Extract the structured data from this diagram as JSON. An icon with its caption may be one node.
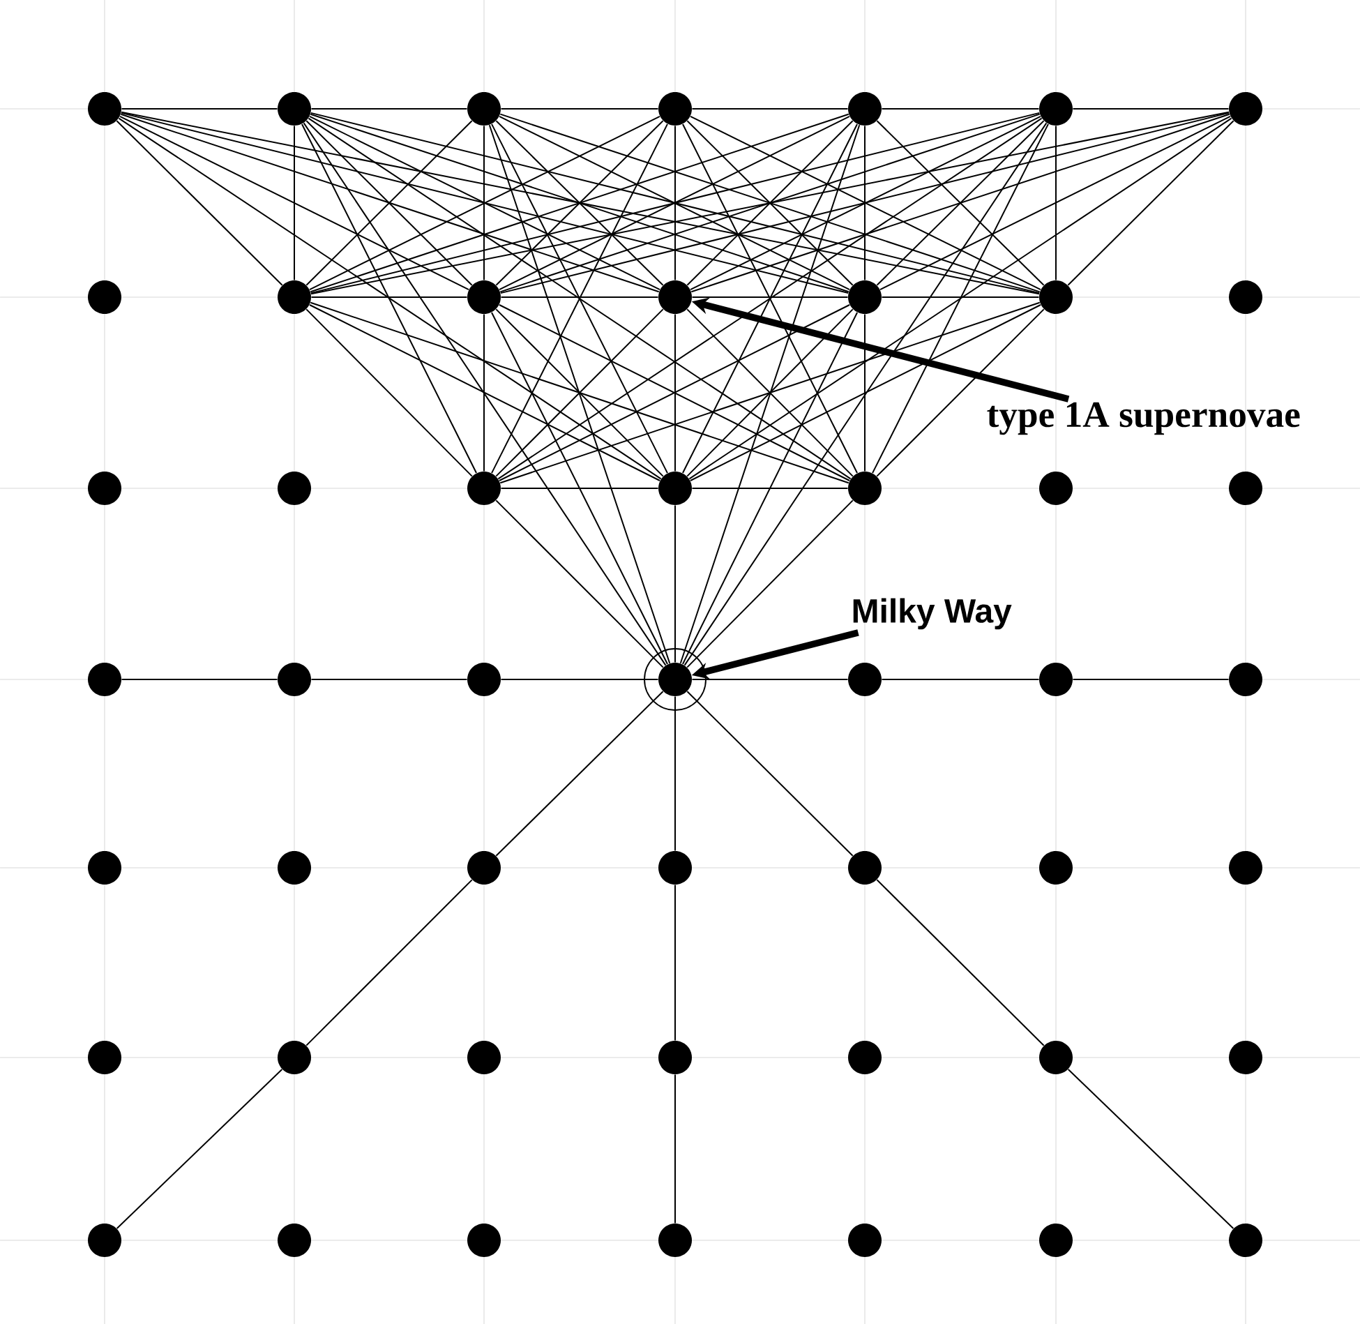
{
  "diagram": {
    "nodes": [
      {
        "text": [],
        "shape": "circle"
      },
      {
        "text": [],
        "shape": "circle"
      },
      {
        "text": [],
        "shape": "circle"
      },
      {
        "text": [],
        "shape": "circle"
      },
      {
        "text": [],
        "shape": "circle"
      },
      {
        "text": [],
        "shape": "circle"
      },
      {
        "text": [],
        "shape": "circle"
      },
      {
        "text": [],
        "shape": "circle"
      },
      {
        "text": [],
        "shape": "circle"
      },
      {
        "text": [],
        "shape": "circle"
      },
      {
        "text": [],
        "shape": "circle"
      },
      {
        "text": [],
        "shape": "circle"
      },
      {
        "text": [],
        "shape": "circle"
      },
      {
        "text": [],
        "shape": "circle"
      },
      {
        "text": [],
        "shape": "circle"
      },
      {
        "text": [],
        "shape": "circle"
      },
      {
        "text": [],
        "shape": "circle"
      },
      {
        "text": [],
        "shape": "circle"
      },
      {
        "text": [],
        "shape": "circle"
      },
      {
        "text": [],
        "shape": "circle"
      },
      {
        "text": [],
        "shape": "circle"
      },
      {
        "text": [],
        "shape": "circle"
      },
      {
        "text": [],
        "shape": "circle"
      },
      {
        "text": [],
        "shape": "circle"
      },
      {
        "text": [],
        "shape": "circle"
      },
      {
        "text": [],
        "shape": "circle"
      },
      {
        "text": [],
        "shape": "circle"
      },
      {
        "text": [],
        "shape": "circle"
      },
      {
        "text": [],
        "shape": "circle"
      },
      {
        "text": [],
        "shape": "circle"
      },
      {
        "text": [],
        "shape": "circle"
      },
      {
        "text": [],
        "shape": "circle"
      },
      {
        "text": [],
        "shape": "circle"
      },
      {
        "text": [],
        "shape": "circle"
      },
      {
        "text": [],
        "shape": "circle"
      },
      {
        "text": [],
        "shape": "circle"
      },
      {
        "text": [],
        "shape": "circle"
      },
      {
        "text": [],
        "shape": "circle"
      },
      {
        "text": [],
        "shape": "circle"
      },
      {
        "text": [],
        "shape": "circle"
      },
      {
        "text": [],
        "shape": "circle"
      },
      {
        "text": [],
        "shape": "circle"
      },
      {
        "text": [],
        "shape": "circle"
      },
      {
        "text": [],
        "shape": "circle"
      },
      {
        "text": [],
        "shape": "circle"
      },
      {
        "text": [],
        "shape": "circle"
      },
      {
        "text": [],
        "shape": "circle"
      },
      {
        "text": [],
        "shape": "circle"
      },
      {
        "text": [],
        "shape": "circle"
      },
      {
        "text": [
          "type 1A supernovae"
        ]
      },
      {
        "text": [
          "Milky Way"
        ]
      }
    ],
    "edges": [
      {
        "from": 0,
        "to": 8,
        "arrow": "none"
      },
      {
        "from": 0,
        "to": 9,
        "arrow": "none"
      },
      {
        "from": 0,
        "to": 10,
        "arrow": "none"
      },
      {
        "from": 0,
        "to": 11,
        "arrow": "none"
      },
      {
        "from": 0,
        "to": 12,
        "arrow": "none"
      },
      {
        "from": 0,
        "to": 17,
        "arrow": "none"
      },
      {
        "from": 1,
        "to": 8,
        "arrow": "none"
      },
      {
        "from": 1,
        "to": 9,
        "arrow": "none"
      },
      {
        "from": 1,
        "to": 10,
        "arrow": "none"
      },
      {
        "from": 1,
        "to": 11,
        "arrow": "none"
      },
      {
        "from": 1,
        "to": 12,
        "arrow": "none"
      },
      {
        "from": 1,
        "to": 16,
        "arrow": "none"
      },
      {
        "from": 1,
        "to": 18,
        "arrow": "none"
      },
      {
        "from": 1,
        "to": 24,
        "arrow": "none"
      },
      {
        "from": 2,
        "to": 8,
        "arrow": "none"
      },
      {
        "from": 2,
        "to": 9,
        "arrow": "none"
      },
      {
        "from": 2,
        "to": 10,
        "arrow": "none"
      },
      {
        "from": 2,
        "to": 11,
        "arrow": "none"
      },
      {
        "from": 2,
        "to": 12,
        "arrow": "none"
      },
      {
        "from": 2,
        "to": 17,
        "arrow": "none"
      },
      {
        "from": 2,
        "to": 24,
        "arrow": "none"
      },
      {
        "from": 3,
        "to": 8,
        "arrow": "none"
      },
      {
        "from": 3,
        "to": 9,
        "arrow": "none"
      },
      {
        "from": 3,
        "to": 10,
        "arrow": "none"
      },
      {
        "from": 3,
        "to": 11,
        "arrow": "none"
      },
      {
        "from": 3,
        "to": 12,
        "arrow": "none"
      },
      {
        "from": 3,
        "to": 16,
        "arrow": "none"
      },
      {
        "from": 3,
        "to": 18,
        "arrow": "none"
      },
      {
        "from": 4,
        "to": 8,
        "arrow": "none"
      },
      {
        "from": 4,
        "to": 9,
        "arrow": "none"
      },
      {
        "from": 4,
        "to": 10,
        "arrow": "none"
      },
      {
        "from": 4,
        "to": 11,
        "arrow": "none"
      },
      {
        "from": 4,
        "to": 12,
        "arrow": "none"
      },
      {
        "from": 4,
        "to": 17,
        "arrow": "none"
      },
      {
        "from": 4,
        "to": 24,
        "arrow": "none"
      },
      {
        "from": 5,
        "to": 8,
        "arrow": "none"
      },
      {
        "from": 5,
        "to": 9,
        "arrow": "none"
      },
      {
        "from": 5,
        "to": 10,
        "arrow": "none"
      },
      {
        "from": 5,
        "to": 11,
        "arrow": "none"
      },
      {
        "from": 5,
        "to": 12,
        "arrow": "none"
      },
      {
        "from": 5,
        "to": 16,
        "arrow": "none"
      },
      {
        "from": 5,
        "to": 18,
        "arrow": "none"
      },
      {
        "from": 5,
        "to": 24,
        "arrow": "none"
      },
      {
        "from": 6,
        "to": 8,
        "arrow": "none"
      },
      {
        "from": 6,
        "to": 9,
        "arrow": "none"
      },
      {
        "from": 6,
        "to": 10,
        "arrow": "none"
      },
      {
        "from": 6,
        "to": 11,
        "arrow": "none"
      },
      {
        "from": 6,
        "to": 12,
        "arrow": "none"
      },
      {
        "from": 6,
        "to": 17,
        "arrow": "none"
      },
      {
        "from": 8,
        "to": 16,
        "arrow": "none"
      },
      {
        "from": 8,
        "to": 17,
        "arrow": "none"
      },
      {
        "from": 8,
        "to": 18,
        "arrow": "none"
      },
      {
        "from": 9,
        "to": 16,
        "arrow": "none"
      },
      {
        "from": 9,
        "to": 17,
        "arrow": "none"
      },
      {
        "from": 9,
        "to": 18,
        "arrow": "none"
      },
      {
        "from": 9,
        "to": 24,
        "arrow": "none"
      },
      {
        "from": 10,
        "to": 16,
        "arrow": "none"
      },
      {
        "from": 10,
        "to": 17,
        "arrow": "none"
      },
      {
        "from": 10,
        "to": 18,
        "arrow": "none"
      },
      {
        "from": 11,
        "to": 16,
        "arrow": "none"
      },
      {
        "from": 11,
        "to": 17,
        "arrow": "none"
      },
      {
        "from": 11,
        "to": 18,
        "arrow": "none"
      },
      {
        "from": 11,
        "to": 24,
        "arrow": "none"
      },
      {
        "from": 12,
        "to": 16,
        "arrow": "none"
      },
      {
        "from": 12,
        "to": 17,
        "arrow": "none"
      },
      {
        "from": 12,
        "to": 18,
        "arrow": "none"
      },
      {
        "from": 16,
        "to": 24,
        "arrow": "none"
      },
      {
        "from": 17,
        "to": 24,
        "arrow": "none"
      },
      {
        "from": 18,
        "to": 24,
        "arrow": "none"
      },
      {
        "from": 0,
        "to": 1,
        "arrow": "none"
      },
      {
        "from": 1,
        "to": 2,
        "arrow": "none"
      },
      {
        "from": 2,
        "to": 3,
        "arrow": "none"
      },
      {
        "from": 3,
        "to": 4,
        "arrow": "none"
      },
      {
        "from": 4,
        "to": 5,
        "arrow": "none"
      },
      {
        "from": 5,
        "to": 6,
        "arrow": "none"
      },
      {
        "from": 8,
        "to": 9,
        "arrow": "none"
      },
      {
        "from": 9,
        "to": 10,
        "arrow": "none"
      },
      {
        "from": 10,
        "to": 11,
        "arrow": "none"
      },
      {
        "from": 11,
        "to": 12,
        "arrow": "none"
      },
      {
        "from": 16,
        "to": 17,
        "arrow": "none"
      },
      {
        "from": 17,
        "to": 18,
        "arrow": "none"
      },
      {
        "from": 21,
        "to": 22,
        "arrow": "none"
      },
      {
        "from": 22,
        "to": 23,
        "arrow": "none"
      },
      {
        "from": 23,
        "to": 24,
        "arrow": "none"
      },
      {
        "from": 24,
        "to": 25,
        "arrow": "none"
      },
      {
        "from": 25,
        "to": 26,
        "arrow": "none"
      },
      {
        "from": 26,
        "to": 27,
        "arrow": "none"
      },
      {
        "from": 24,
        "to": 31,
        "arrow": "none"
      },
      {
        "from": 31,
        "to": 38,
        "arrow": "none"
      },
      {
        "from": 38,
        "to": 45,
        "arrow": "none"
      },
      {
        "from": 24,
        "to": 30,
        "arrow": "none"
      },
      {
        "from": 30,
        "to": 36,
        "arrow": "none"
      },
      {
        "from": 36,
        "to": 42,
        "arrow": "none"
      },
      {
        "from": 24,
        "to": 32,
        "arrow": "none"
      },
      {
        "from": 32,
        "to": 40,
        "arrow": "none"
      },
      {
        "from": 40,
        "to": 48,
        "arrow": "none"
      },
      {
        "from": 49,
        "to": 10,
        "arrow": "to",
        "style": "thick"
      },
      {
        "from": 50,
        "to": 24,
        "arrow": "to",
        "style": "thick"
      }
    ]
  }
}
